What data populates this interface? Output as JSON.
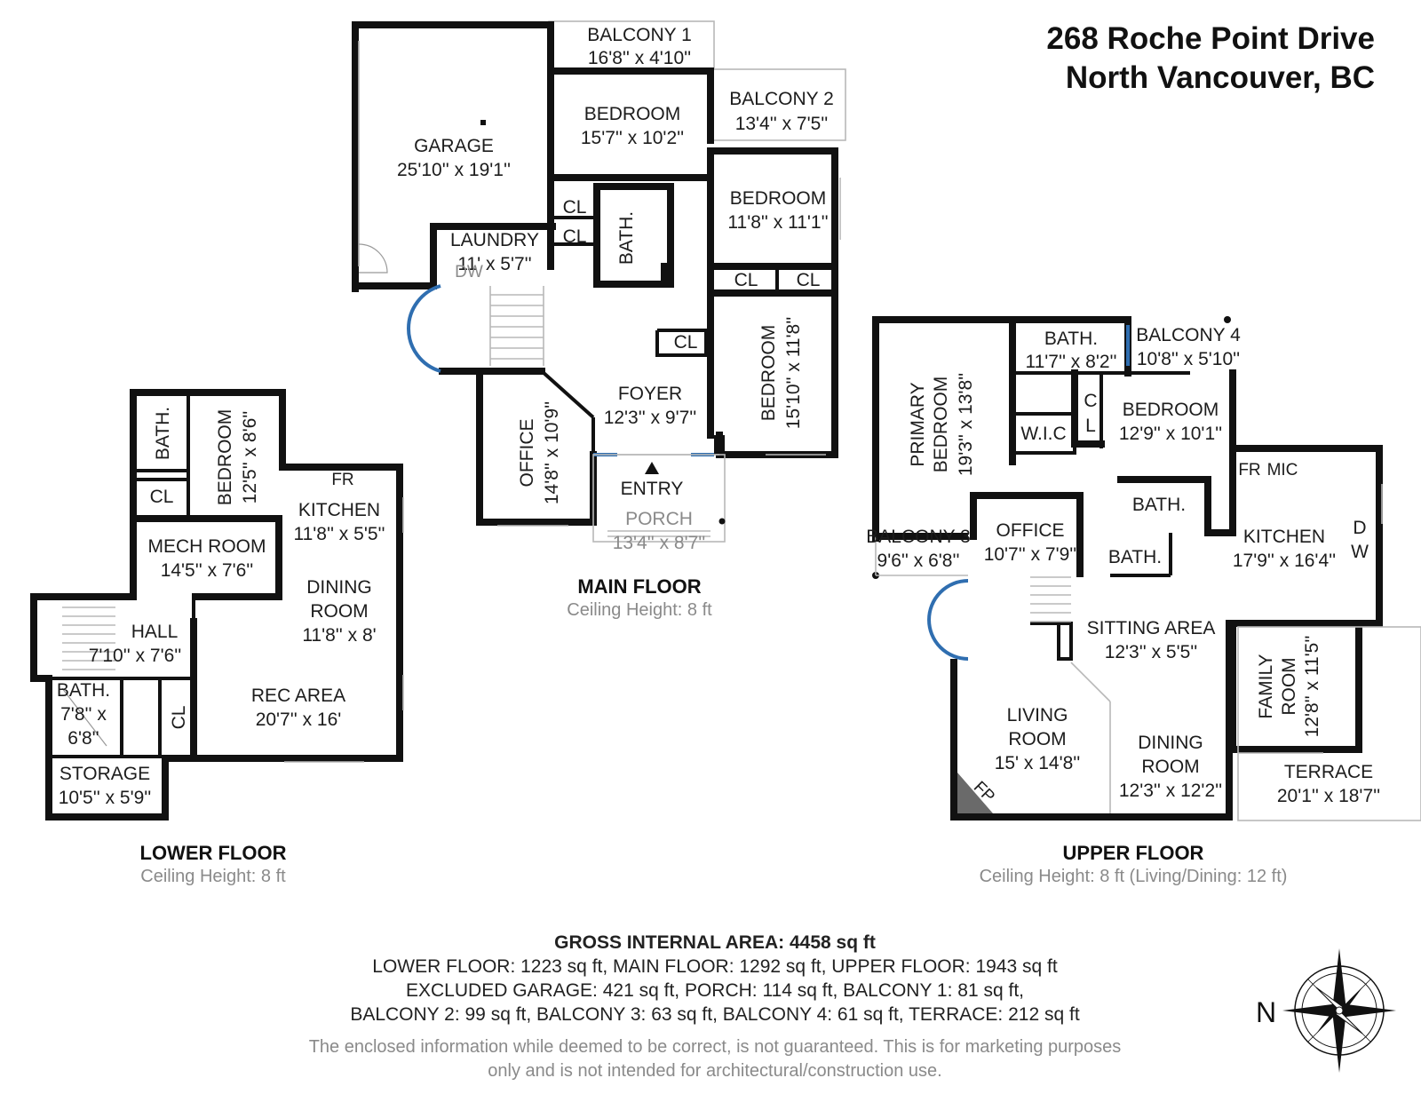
{
  "header": {
    "address_line1": "268 Roche Point Drive",
    "address_line2": "North Vancouver, BC"
  },
  "main_floor": {
    "name": "MAIN FLOOR",
    "ceiling": "Ceiling Height: 8 ft",
    "rooms": {
      "balcony1_name": "BALCONY 1",
      "balcony1_dim": "16'8'' x 4'10''",
      "balcony2_name": "BALCONY 2",
      "balcony2_dim": "13'4'' x 7'5''",
      "garage_name": "GARAGE",
      "garage_dim": "25'10'' x 19'1''",
      "bedroom_a_name": "BEDROOM",
      "bedroom_a_dim": "15'7'' x 10'2''",
      "bedroom_b_name": "BEDROOM",
      "bedroom_b_dim": "11'8'' x 11'1''",
      "bedroom_c_name": "BEDROOM",
      "bedroom_c_dim": "15'10'' x 11'8''",
      "laundry_name": "LAUNDRY",
      "laundry_dim": "11' x 5'7''",
      "laundry_dw": "DW",
      "bath": "BATH.",
      "cl": "CL",
      "foyer_name": "FOYER",
      "foyer_dim": "12'3'' x 9'7''",
      "office_name": "OFFICE",
      "office_dim": "14'8'' x 10'9''",
      "entry": "ENTRY",
      "porch_name": "PORCH",
      "porch_dim": "13'4'' x 8'7''"
    }
  },
  "lower_floor": {
    "name": "LOWER FLOOR",
    "ceiling": "Ceiling Height: 8 ft",
    "rooms": {
      "bath": "BATH.",
      "bedroom_name": "BEDROOM",
      "bedroom_dim": "12'5'' x 8'6''",
      "cl": "CL",
      "fr": "FR",
      "kitchen_name": "KITCHEN",
      "kitchen_dim": "11'8'' x 5'5''",
      "mech_name": "MECH ROOM",
      "mech_dim": "14'5'' x 7'6''",
      "dining_line1": "DINING",
      "dining_line2": "ROOM",
      "dining_dim": "11'8'' x 8'",
      "hall_name": "HALL",
      "hall_dim": "7'10'' x 7'6''",
      "bath2_name": "BATH.",
      "bath2_dim1": "7'8'' x",
      "bath2_dim2": "6'8''",
      "rec_name": "REC AREA",
      "rec_dim": "20'7'' x 16'",
      "storage_name": "STORAGE",
      "storage_dim": "10'5'' x 5'9''"
    }
  },
  "upper_floor": {
    "name": "UPPER FLOOR",
    "ceiling": "Ceiling Height: 8 ft (Living/Dining: 12 ft)",
    "rooms": {
      "primary_line1": "PRIMARY",
      "primary_line2": "BEDROOM",
      "primary_dim": "19'3'' x 13'8''",
      "bath_a_name": "BATH.",
      "bath_a_dim": "11'7'' x 8'2''",
      "balcony4_name": "BALCONY 4",
      "balcony4_dim": "10'8'' x 5'10''",
      "c": "C",
      "l": "L",
      "bedroom_name": "BEDROOM",
      "bedroom_dim": "12'9'' x 10'1''",
      "wic": "W.I.C",
      "fr": "FR",
      "mic": "MIC",
      "bath": "BATH.",
      "balcony3_name": "BALCONY 3",
      "balcony3_dim": "9'6'' x 6'8''",
      "office_name": "OFFICE",
      "office_dim": "10'7'' x 7'9''",
      "kitchen_name": "KITCHEN",
      "kitchen_dim": "17'9'' x 16'4''",
      "d": "D",
      "w": "W",
      "sitting_name": "SITTING AREA",
      "sitting_dim": "12'3'' x 5'5''",
      "living_line1": "LIVING",
      "living_line2": "ROOM",
      "living_dim": "15' x 14'8''",
      "dining_line1": "DINING",
      "dining_line2": "ROOM",
      "dining_dim": "12'3'' x 12'2''",
      "family_line1": "FAMILY",
      "family_line2": "ROOM",
      "family_dim": "12'8'' x 11'5''",
      "terrace_name": "TERRACE",
      "terrace_dim": "20'1'' x 18'7''",
      "fp": "FP"
    }
  },
  "summary": {
    "gross": "GROSS INTERNAL AREA: 4458 sq ft",
    "line1": "LOWER FLOOR: 1223 sq ft, MAIN FLOOR: 1292 sq ft, UPPER FLOOR: 1943 sq ft",
    "line2": "EXCLUDED GARAGE: 421 sq ft, PORCH: 114 sq ft, BALCONY 1: 81 sq ft,",
    "line3": "BALCONY 2: 99 sq ft, BALCONY 3: 63 sq ft, BALCONY 4: 61 sq ft, TERRACE: 212 sq ft"
  },
  "disclaimer": {
    "line1": "The enclosed information while deemed to be correct, is not guaranteed. This is for marketing  purposes",
    "line2": "only and is not intended for architectural/construction use."
  },
  "compass": {
    "label": "N",
    "icon": "compass-rose-icon"
  },
  "colors": {
    "wall": "#111111",
    "window": "#b8b8b8",
    "glass_door": "#2f6eb0",
    "muted_text": "#8a8a8a"
  }
}
